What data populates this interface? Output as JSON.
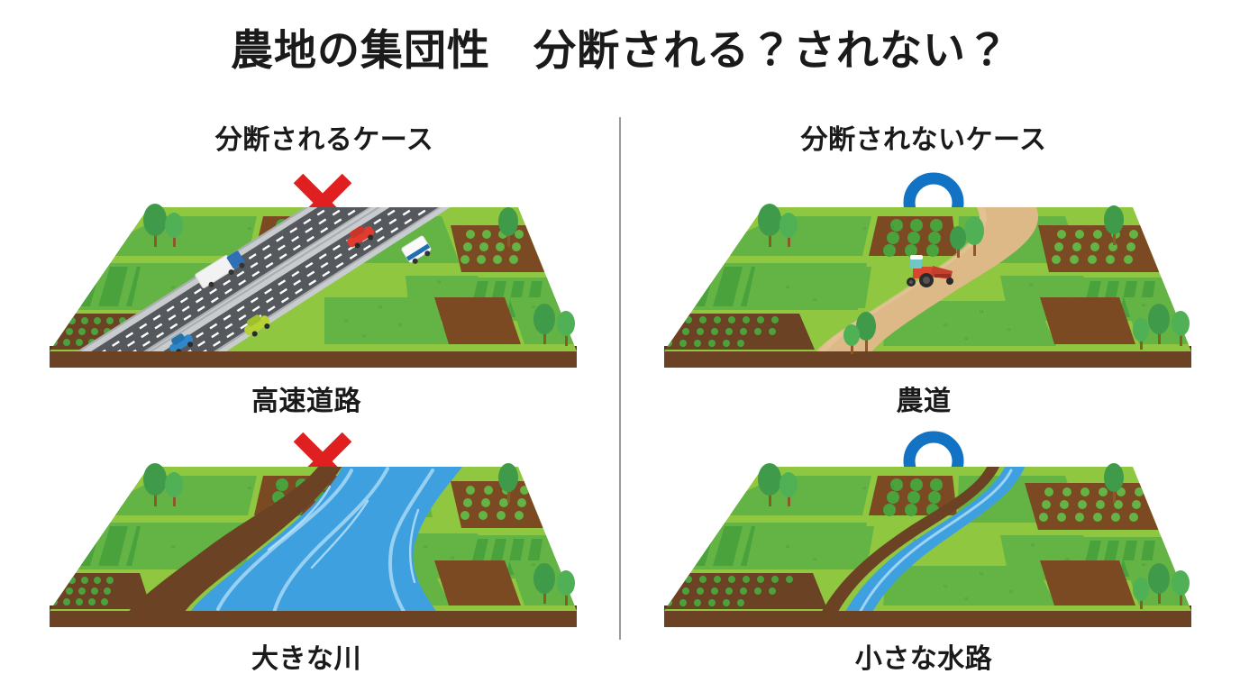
{
  "page": {
    "title": "農地の集団性　分断される？されない？",
    "background_color": "#ffffff",
    "divider_color": "#9a9a9a"
  },
  "columns": [
    {
      "id": "left",
      "heading": "分断されるケース",
      "verdict": "cross",
      "verdict_color": "#e02020"
    },
    {
      "id": "right",
      "heading": "分断されないケース",
      "verdict": "circle",
      "verdict_color": "#1273c4"
    }
  ],
  "panels": [
    {
      "id": "highway",
      "column": "left",
      "caption": "高速道路",
      "verdict": "cross",
      "verdict_color": "#e02020",
      "divider_type": "elevated-expressway",
      "vehicles": [
        {
          "name": "truck-white-blue",
          "body_color": "#f2f2f2",
          "cab_color": "#2f6fb5"
        },
        {
          "name": "car-red",
          "body_color": "#e03b2e"
        },
        {
          "name": "van-white-blue",
          "body_color": "#fafafa",
          "trim_color": "#1f6fb2"
        },
        {
          "name": "car-green",
          "body_color": "#b5d334"
        },
        {
          "name": "car-blue",
          "body_color": "#2f86c9"
        }
      ]
    },
    {
      "id": "farm-road",
      "column": "right",
      "caption": "農道",
      "verdict": "circle",
      "verdict_color": "#1273c4",
      "divider_type": "dirt-farm-road",
      "road_color": "#ddb987",
      "vehicles": [
        {
          "name": "tractor-red",
          "body_color": "#d9452f",
          "cab_color": "#6fc7c7"
        }
      ]
    },
    {
      "id": "big-river",
      "column": "left",
      "caption": "大きな川",
      "verdict": "cross",
      "verdict_color": "#e02020",
      "divider_type": "wide-river",
      "water_color": "#3fa0e0",
      "bank_color": "#6b4324"
    },
    {
      "id": "small-channel",
      "column": "right",
      "caption": "小さな水路",
      "verdict": "circle",
      "verdict_color": "#1273c4",
      "divider_type": "narrow-waterway",
      "water_color": "#3fa0e0",
      "bank_color": "#6b4324"
    }
  ],
  "palette": {
    "grass_light": "#8fc740",
    "grass_mid": "#63b445",
    "grass_dark": "#4aa23c",
    "soil_dark": "#6b4324",
    "soil_mid": "#7c4a22",
    "orchard_soil": "#8a5a2b",
    "road_asphalt": "#55585c",
    "road_asphalt_light": "#6c7075",
    "barrier_gray": "#c9ccce",
    "lane_white": "#ffffff",
    "tree_green": "#3f9a4a",
    "tree_trunk": "#8a5a2b",
    "water_blue": "#3fa0e0",
    "water_light": "#a8d9f5"
  }
}
